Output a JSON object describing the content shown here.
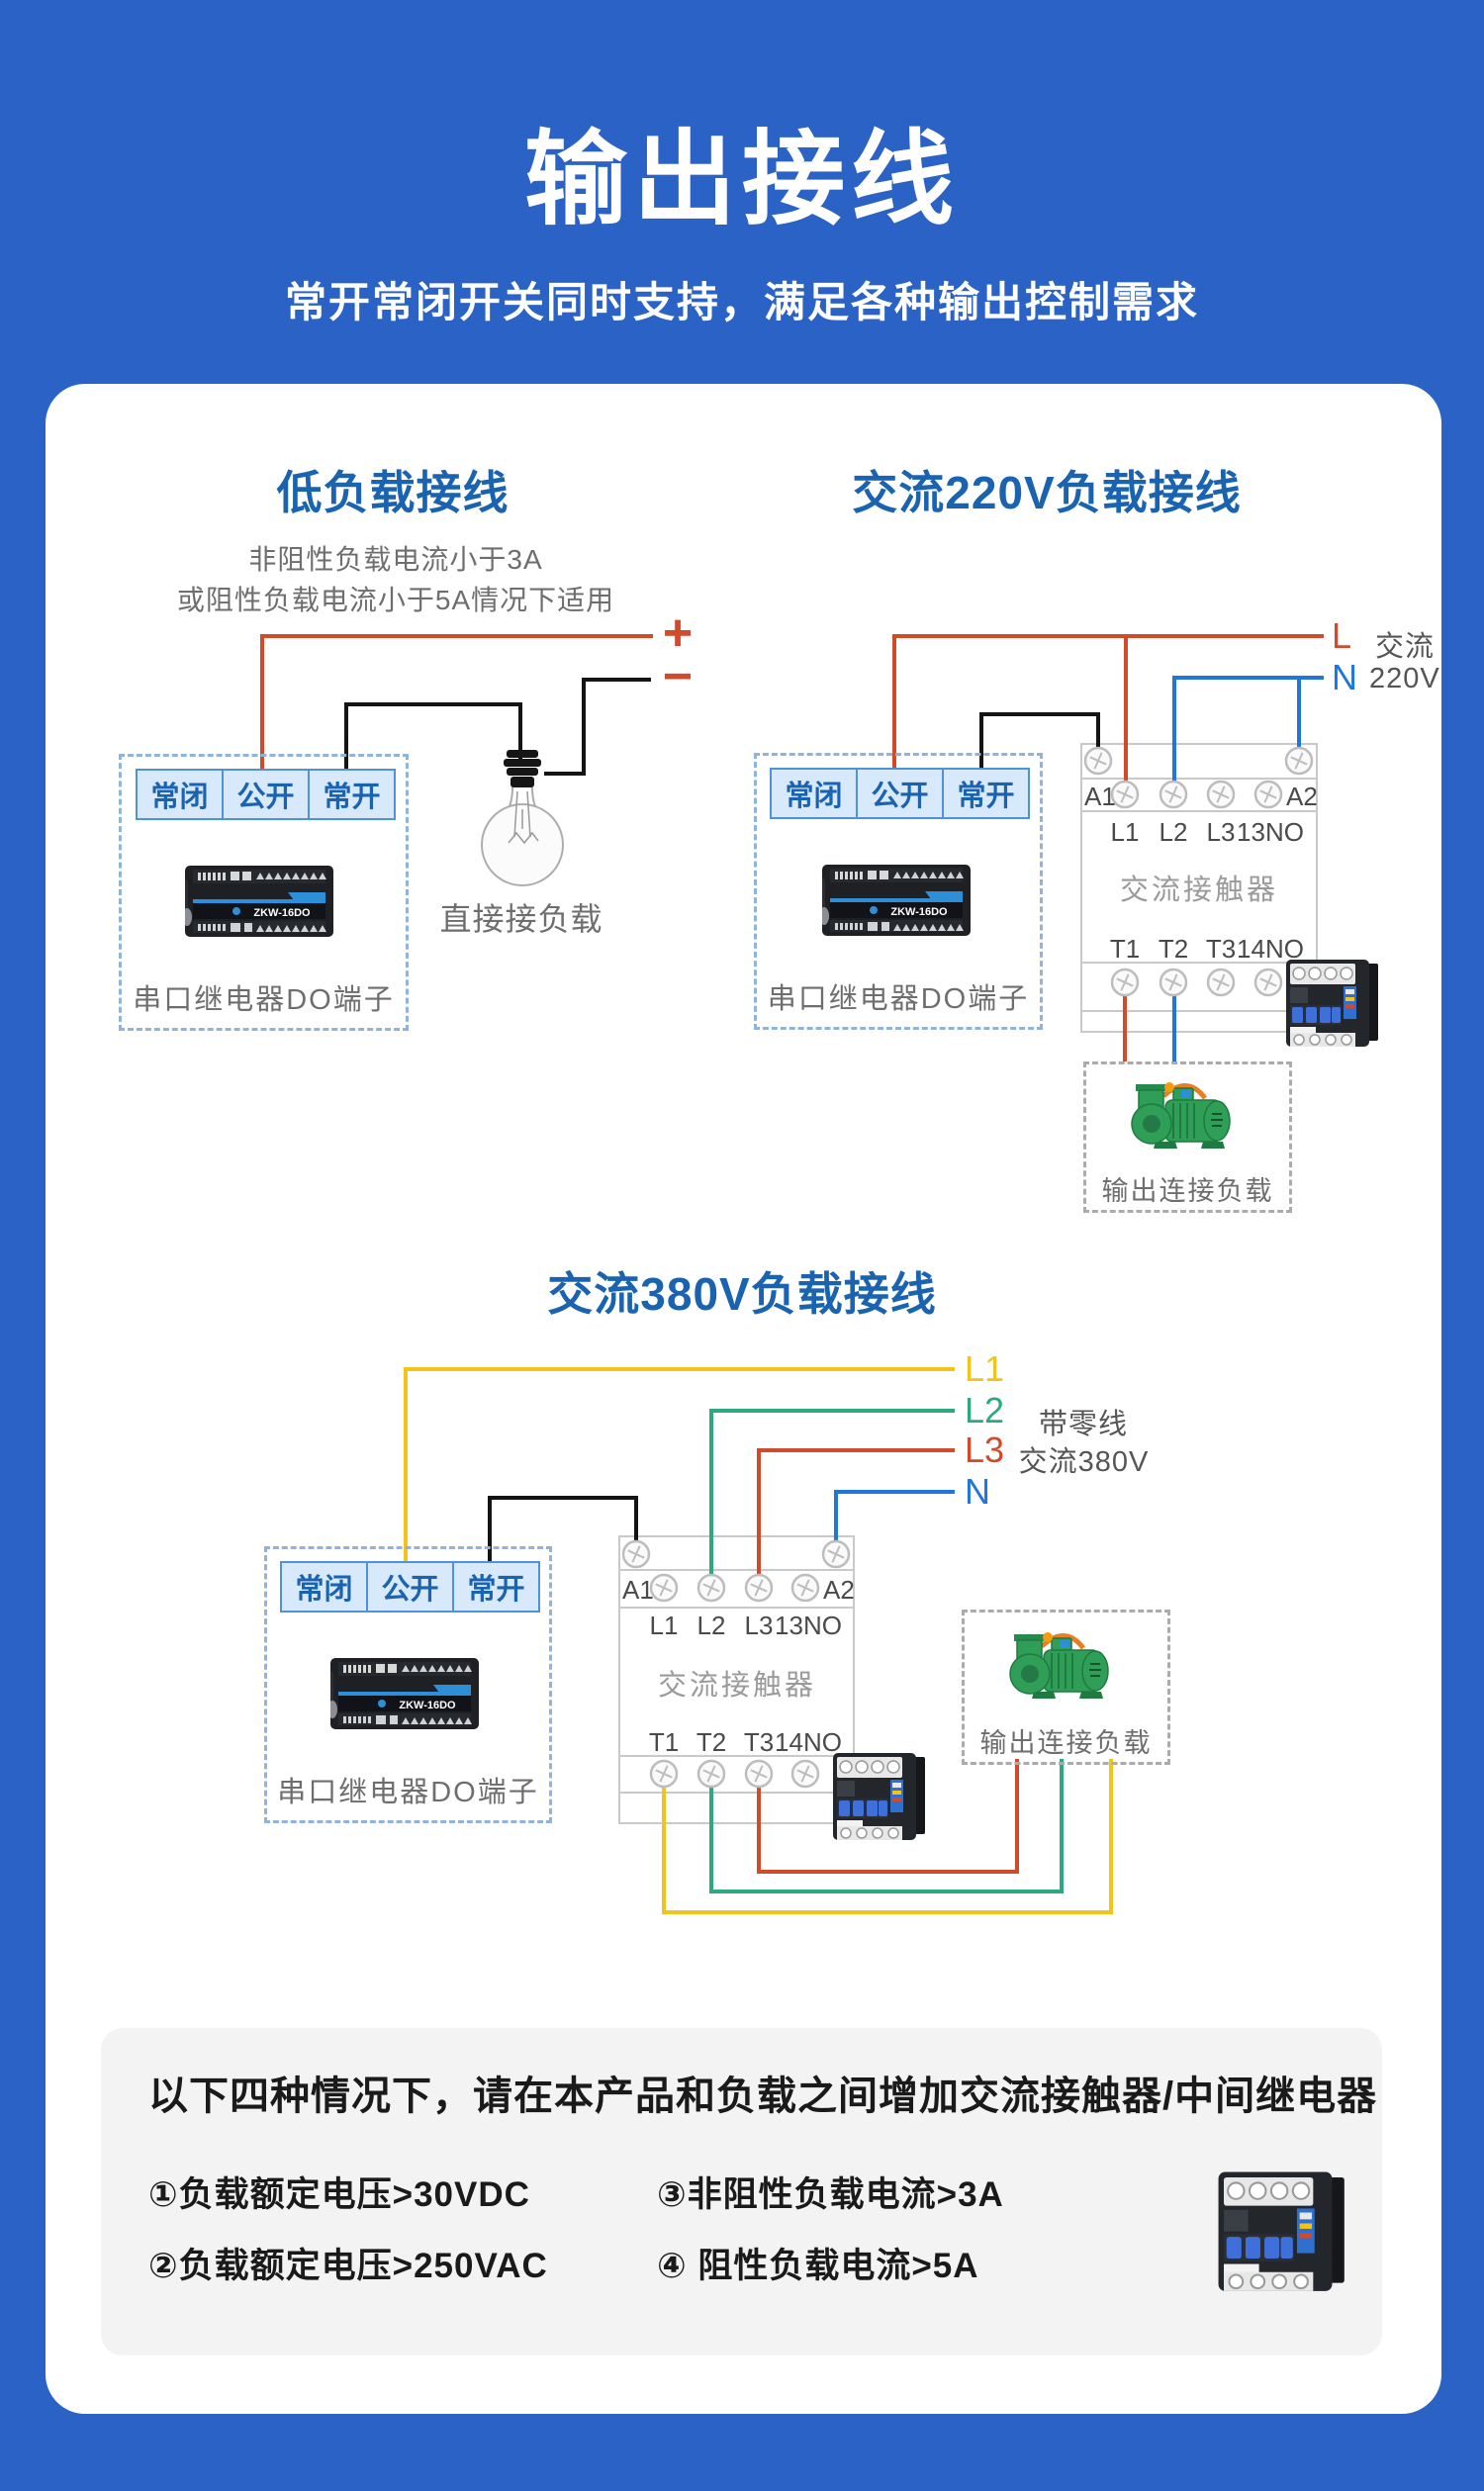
{
  "page": {
    "title": "输出接线",
    "subtitle": "常开常闭开关同时支持，满足各种输出控制需求",
    "background": "#2A62C6"
  },
  "colors": {
    "wire_red": "#D14A2A",
    "wire_black": "#141414",
    "wire_blue": "#2176D9",
    "wire_yellow": "#F2C318",
    "wire_green": "#2CA980",
    "accent_blue": "#1A63B0"
  },
  "low_load": {
    "title": "低负载接线",
    "desc1": "非阻性负载电流小于3A",
    "desc2": "或阻性负载电流小于5A情况下适用",
    "plus": "+",
    "minus": "−",
    "bulb_label": "直接接负载"
  },
  "ac220": {
    "title": "交流220V负载接线",
    "l_label": "L",
    "n_label": "N",
    "supply_line1": "交流",
    "supply_line2": "220V",
    "load_label": "输出连接负载"
  },
  "ac380": {
    "title": "交流380V负载接线",
    "l1": "L1",
    "l2": "L2",
    "l3": "L3",
    "n": "N",
    "note1": "带零线",
    "note2": "交流380V",
    "load_label": "输出连接负载"
  },
  "relay": {
    "terminals": [
      "常闭",
      "公开",
      "常开"
    ],
    "label": "串口继电器DO端子",
    "model": "ZKW-16DO"
  },
  "contactor": {
    "a1": "A1",
    "a2": "A2",
    "top_labels": [
      "L1",
      "L2",
      "L3",
      "13NO"
    ],
    "bottom_labels": [
      "T1",
      "T2",
      "T3",
      "14NO"
    ],
    "name": "交流接触器"
  },
  "notice": {
    "heading": "以下四种情况下，请在本产品和负载之间增加交流接触器/中间继电器",
    "item1": "①负载额定电压>30VDC",
    "item2": "②负载额定电压>250VAC",
    "item3": "③非阻性负载电流>3A",
    "item4": "④ 阻性负载电流>5A"
  }
}
